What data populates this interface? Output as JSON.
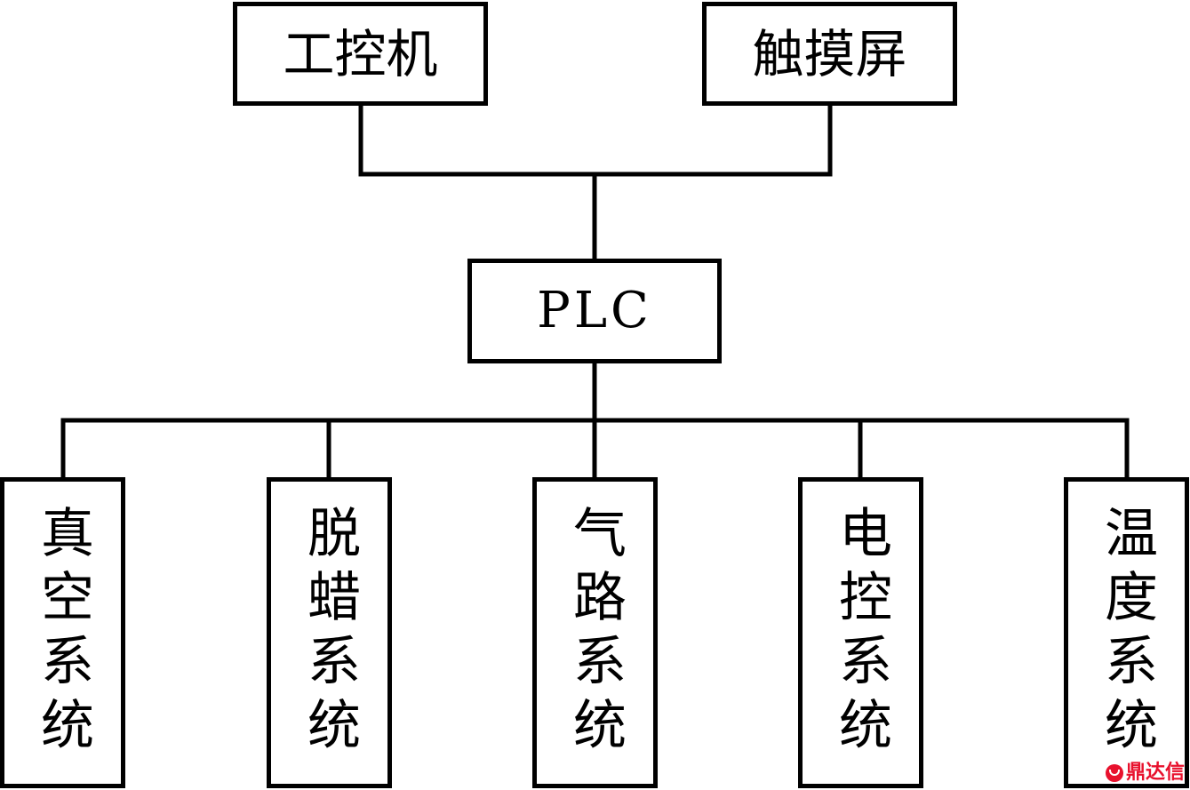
{
  "nodes": {
    "ipc": "工控机",
    "touchscreen": "触摸屏",
    "plc": "PLC"
  },
  "systems": [
    "真空系统",
    "脱蜡系统",
    "气路系统",
    "电控系统",
    "温度系统"
  ],
  "watermark": "鼎达信",
  "colors": {
    "line": "#000000",
    "watermark": "#e8112d"
  }
}
